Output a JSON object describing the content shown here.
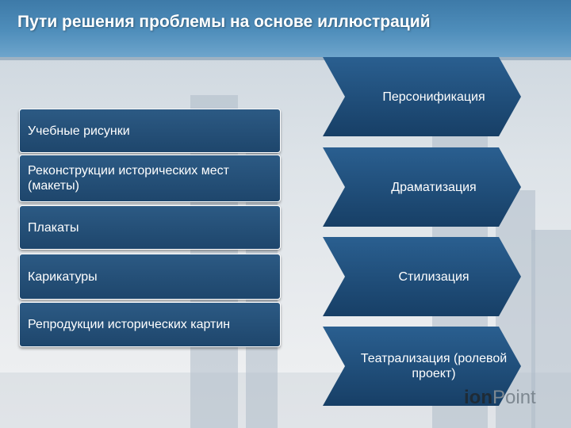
{
  "slide": {
    "title": "Пути решения проблемы на основе иллюстраций"
  },
  "left_items": [
    {
      "label": "Учебные рисунки"
    },
    {
      "label": "Реконструкции исторических мест (макеты)"
    },
    {
      "label": "Плакаты"
    },
    {
      "label": "Карикатуры"
    },
    {
      "label": "Репродукции исторических картин"
    }
  ],
  "right_items": [
    {
      "label": "Персонификация"
    },
    {
      "label": "Драматизация"
    },
    {
      "label": "Стилизация"
    },
    {
      "label": "Театрализация (ролевой проект)"
    }
  ],
  "logo": {
    "text_partial": "ion",
    "text_bold": "Point"
  },
  "colors": {
    "header": "#4f8ebb",
    "box_fill": "#1e466c",
    "chevron_fill": "#1d4d7a",
    "text": "#ffffff"
  }
}
